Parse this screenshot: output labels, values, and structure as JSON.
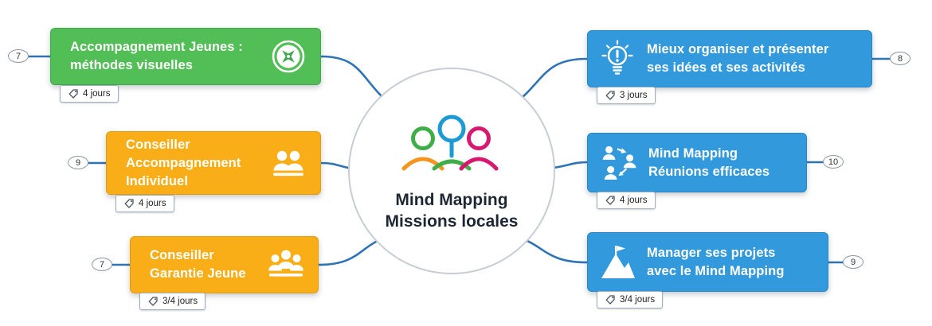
{
  "center": {
    "title_lines": [
      "Mind Mapping",
      "Missions locales"
    ]
  },
  "nodes": [
    {
      "label_lines": [
        "Accompagnement Jeunes :",
        "méthodes visuelles"
      ],
      "duration": "4 jours",
      "badge": "7",
      "icon": "compass-icon",
      "color": "#52BE56"
    },
    {
      "label_lines": [
        "Conseiller",
        "Accompagnement",
        "Individuel"
      ],
      "duration": "4 jours",
      "badge": "9",
      "icon": "two-people-icon",
      "color": "#F9AE18"
    },
    {
      "label_lines": [
        "Conseiller",
        "Garantie Jeune"
      ],
      "duration": "3/4 jours",
      "badge": "7",
      "icon": "three-people-icon",
      "color": "#F9AE18"
    },
    {
      "label_lines": [
        "Mieux organiser et présenter",
        "ses idées et ses activités"
      ],
      "duration": "3 jours",
      "badge": "8",
      "icon": "lightbulb-icon",
      "color": "#3199DC"
    },
    {
      "label_lines": [
        "Mind Mapping",
        "Réunions efficaces"
      ],
      "duration": "4 jours",
      "badge": "10",
      "icon": "people-sync-icon",
      "color": "#3199DC"
    },
    {
      "label_lines": [
        "Manager ses projets",
        "avec le Mind Mapping"
      ],
      "duration": "3/4 jours",
      "badge": "9",
      "icon": "mountain-flag-icon",
      "color": "#3199DC"
    }
  ],
  "colors": {
    "branch_green": "#52BE56",
    "branch_orange": "#F9AE18",
    "branch_blue": "#3199DC",
    "connector_blue": "#2E74B5"
  }
}
